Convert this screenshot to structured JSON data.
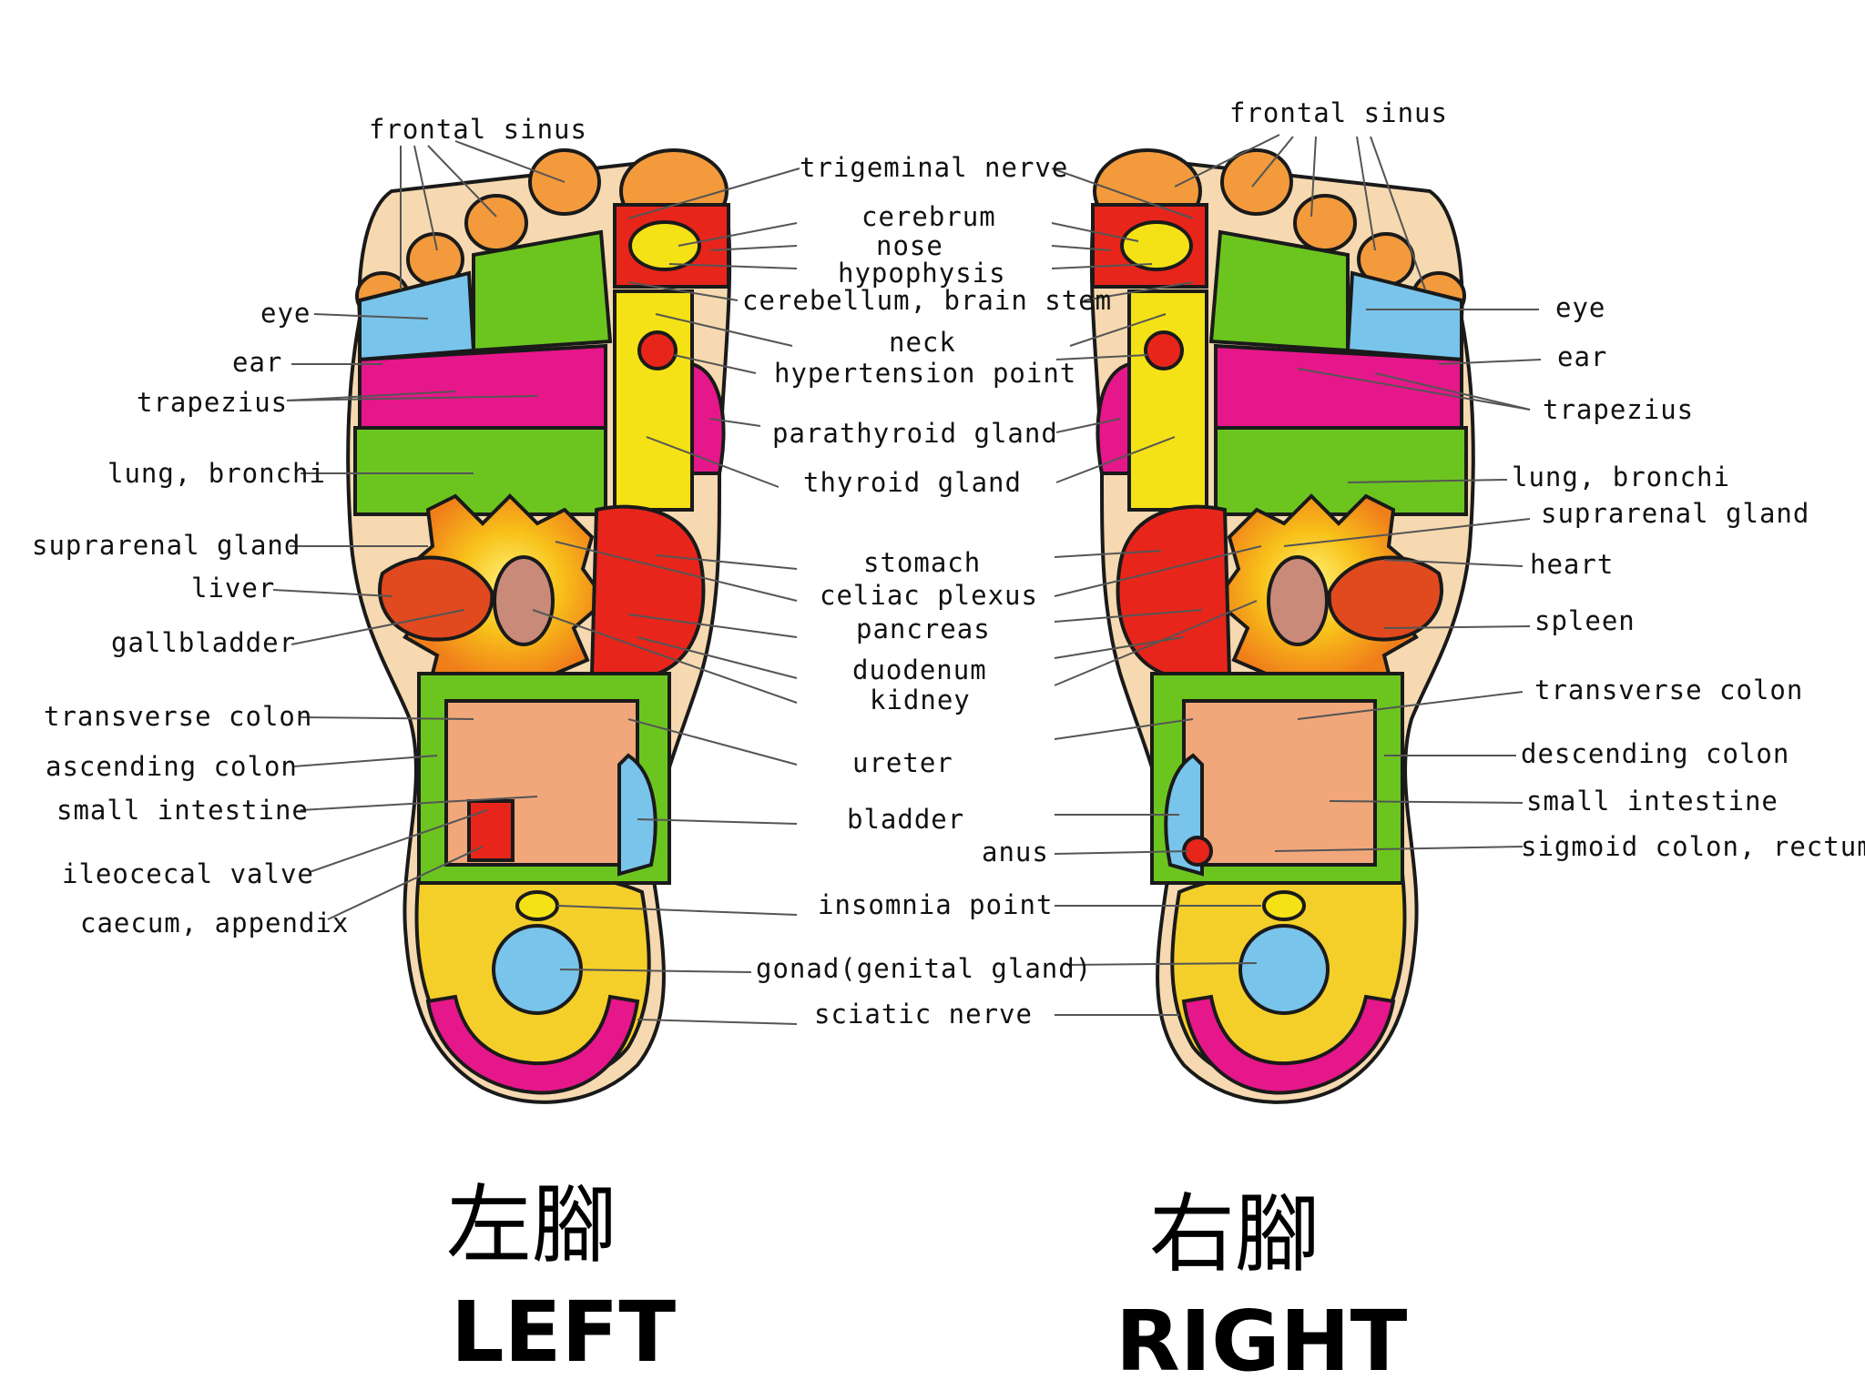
{
  "title_left_cjk": "左腳",
  "title_left": "LEFT",
  "title_right_cjk": "右腳",
  "title_right": "RIGHT",
  "left_labels": {
    "frontal_sinus": "frontal sinus",
    "eye": "eye",
    "ear": "ear",
    "trapezius": "trapezius",
    "lung_bronchi": "lung, bronchi",
    "suprarenal_gland": "suprarenal gland",
    "liver": "liver",
    "gallbladder": "gallbladder",
    "transverse_colon": "transverse colon",
    "ascending_colon": "ascending colon",
    "small_intestine": "small intestine",
    "ileocecal_valve": "ileocecal valve",
    "caecum_appendix": "caecum, appendix"
  },
  "center_labels": {
    "trigeminal_nerve": "trigeminal nerve",
    "cerebrum": "cerebrum",
    "nose": "nose",
    "hypophysis": "hypophysis",
    "cerebellum": "cerebellum, brain stem",
    "neck": "neck",
    "hypertension_point": "hypertension point",
    "parathyroid_gland": "parathyroid gland",
    "thyroid_gland": "thyroid gland",
    "stomach": "stomach",
    "celiac_plexus": "celiac plexus",
    "pancreas": "pancreas",
    "duodenum": "duodenum",
    "kidney": "kidney",
    "ureter": "ureter",
    "bladder": "bladder",
    "anus": "anus",
    "insomnia_point": "insomnia point",
    "gonad": "gonad(genital gland)",
    "sciatic_nerve": "sciatic nerve"
  },
  "right_labels": {
    "frontal_sinus": "frontal sinus",
    "eye": "eye",
    "ear": "ear",
    "trapezius": "trapezius",
    "lung_bronchi": "lung, bronchi",
    "suprarenal_gland": "suprarenal gland",
    "heart": "heart",
    "spleen": "spleen",
    "transverse_colon": "transverse colon",
    "descending_colon": "descending colon",
    "small_intestine": "small intestine",
    "sigmoid_colon": "sigmoid colon, rectum"
  },
  "colors": {
    "skin": "#f6d9b0",
    "outline": "#1a1a1a",
    "orange": "#f39a3c",
    "green": "#6cc51f",
    "yellow": "#f4e216",
    "red": "#e8251b",
    "magenta": "#e6178a",
    "blue": "#79c4ea",
    "gold": "#f0c21e"
  }
}
